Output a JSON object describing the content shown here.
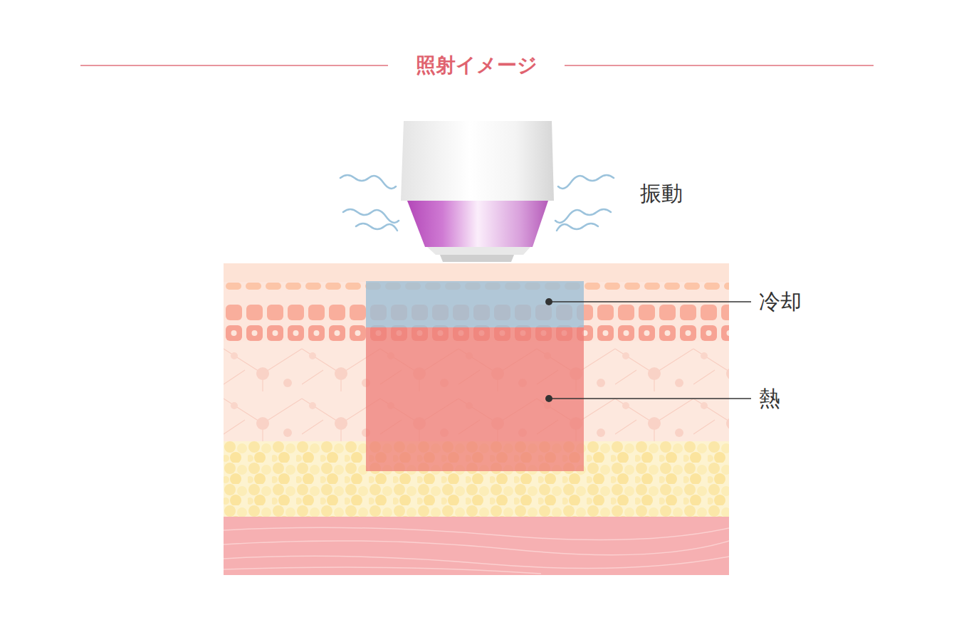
{
  "diagram": {
    "title": "照射イメージ",
    "labels": [
      "振動",
      "冷却",
      "熱"
    ]
  }
}
